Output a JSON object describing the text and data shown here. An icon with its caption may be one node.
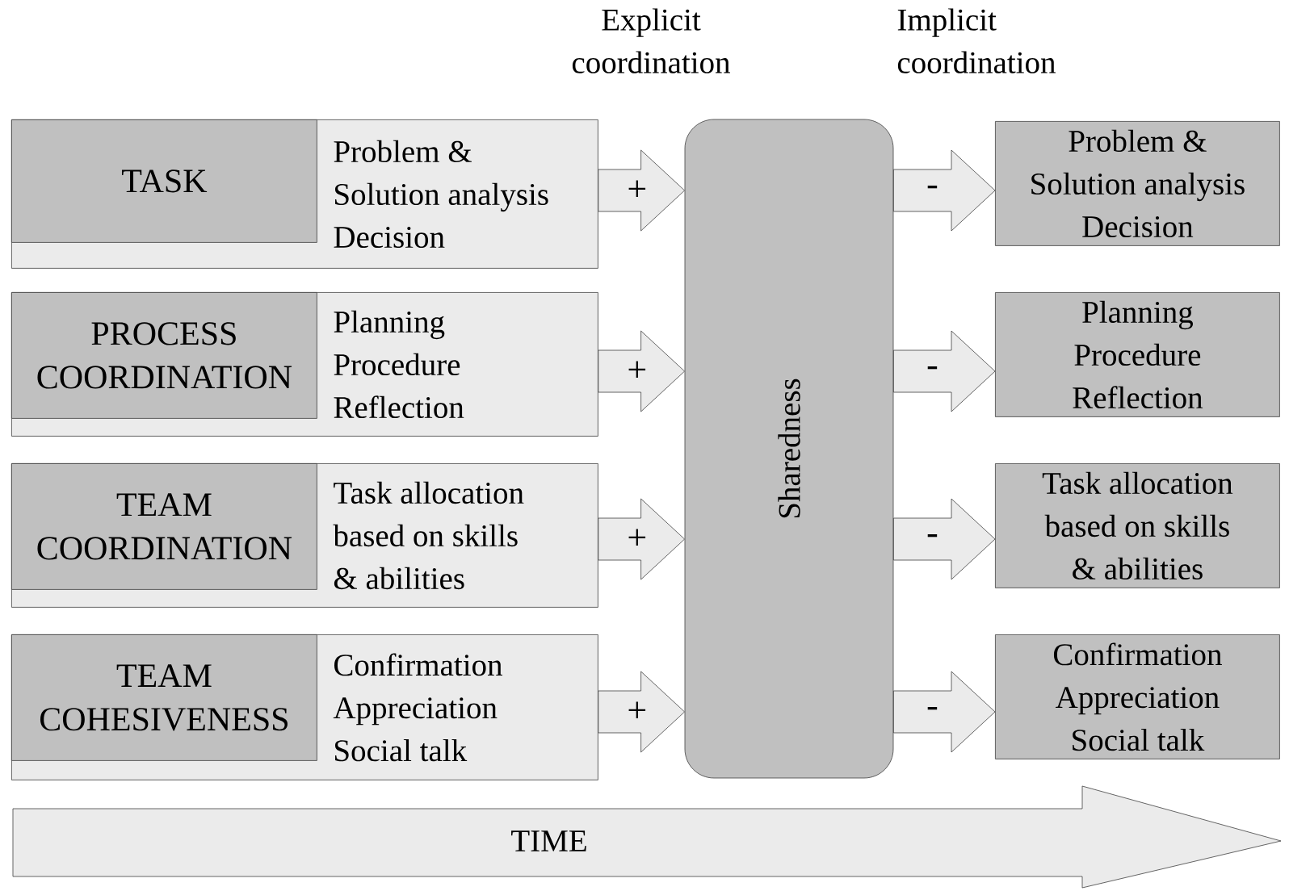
{
  "diagram": {
    "nodes": [
      {
        "text": [
          "Problem & Solution analysis Decision"
        ]
      },
      {
        "text": [
          "TASK"
        ],
        "in": 0
      },
      {
        "text": [
          "Planning Procedure Reflection"
        ]
      },
      {
        "text": [
          "PROCESS COORDINATION"
        ],
        "in": 2
      },
      {
        "text": [
          "Task allocation based on skills & abilities"
        ]
      },
      {
        "text": [
          "TEAM COORDINATION"
        ],
        "in": 4
      },
      {
        "text": [
          "Confirmation Appreciation Social talk"
        ]
      },
      {
        "text": [
          "TEAM COHESIVENESS"
        ],
        "in": 6
      },
      {
        "text": [
          "Sharedness"
        ]
      },
      {
        "text": [
          "Problem & Solution analysis Decision"
        ]
      },
      {
        "text": [
          "Planning Procedure Reflection"
        ]
      },
      {
        "text": [
          "Task allocation based on skills & abilities"
        ]
      },
      {
        "text": [
          "Confirmation Appreciation Social talk"
        ]
      },
      {
        "text": [
          "TIME"
        ]
      }
    ],
    "edges": [
      {
        "from": 0,
        "to": 8,
        "arrow": "to",
        "label": "+"
      },
      {
        "from": 2,
        "to": 8,
        "arrow": "to",
        "label": "+"
      },
      {
        "from": 4,
        "to": 8,
        "arrow": "to",
        "label": "+"
      },
      {
        "from": 6,
        "to": 8,
        "arrow": "to",
        "label": "+"
      },
      {
        "from": 8,
        "to": 9,
        "arrow": "to",
        "label": "-"
      },
      {
        "from": 8,
        "to": 10,
        "arrow": "to",
        "label": "-"
      },
      {
        "from": 8,
        "to": 11,
        "arrow": "to",
        "label": "-"
      },
      {
        "from": 8,
        "to": 12,
        "arrow": "to",
        "label": "-"
      }
    ],
    "labels": [
      "Explicit coordination",
      "Implicit coordination"
    ]
  }
}
